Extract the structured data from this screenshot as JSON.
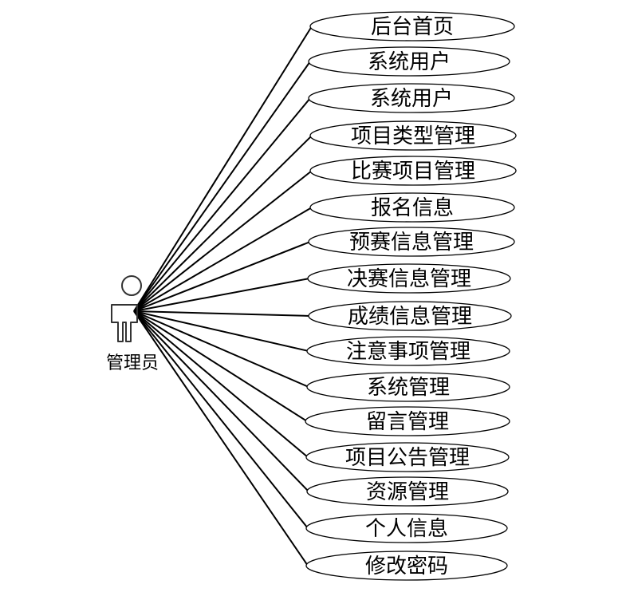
{
  "actor": {
    "label": "管理员",
    "icon": "person-icon"
  },
  "use_cases": [
    {
      "label": "后台首页"
    },
    {
      "label": "系统用户"
    },
    {
      "label": "系统用户"
    },
    {
      "label": "项目类型管理"
    },
    {
      "label": "比赛项目管理"
    },
    {
      "label": "报名信息"
    },
    {
      "label": "预赛信息管理"
    },
    {
      "label": "决赛信息管理"
    },
    {
      "label": "成绩信息管理"
    },
    {
      "label": "注意事项管理"
    },
    {
      "label": "系统管理"
    },
    {
      "label": "留言管理"
    },
    {
      "label": "项目公告管理"
    },
    {
      "label": "资源管理"
    },
    {
      "label": "个人信息"
    },
    {
      "label": "修改密码"
    }
  ]
}
